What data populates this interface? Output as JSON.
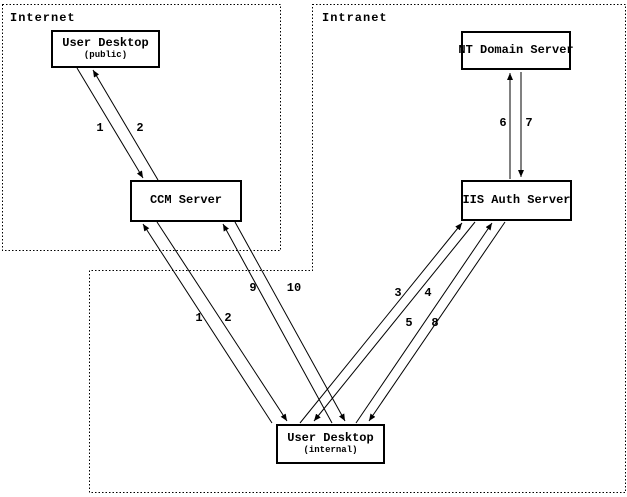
{
  "diagram": {
    "type": "network-flow-diagram",
    "regions": [
      {
        "id": "internet",
        "label": "Internet"
      },
      {
        "id": "intranet",
        "label": "Intranet"
      }
    ],
    "nodes": [
      {
        "id": "user-desktop-public",
        "title": "User Desktop",
        "subtitle": "(public)",
        "region": "internet"
      },
      {
        "id": "ccm-server",
        "title": "CCM Server",
        "region": "internet"
      },
      {
        "id": "nt-domain-server",
        "title": "NT Domain Server",
        "region": "intranet"
      },
      {
        "id": "iis-auth-server",
        "title": "IIS Auth Server",
        "region": "intranet"
      },
      {
        "id": "user-desktop-internal",
        "title": "User Desktop",
        "subtitle": "(internal)",
        "region": "intranet"
      }
    ],
    "edges": [
      {
        "label": "1",
        "from": "user-desktop-public",
        "to": "ccm-server"
      },
      {
        "label": "2",
        "from": "ccm-server",
        "to": "user-desktop-public"
      },
      {
        "label": "1",
        "from": "user-desktop-internal",
        "to": "ccm-server"
      },
      {
        "label": "2",
        "from": "ccm-server",
        "to": "user-desktop-internal"
      },
      {
        "label": "9",
        "from": "user-desktop-internal",
        "to": "ccm-server"
      },
      {
        "label": "10",
        "from": "ccm-server",
        "to": "user-desktop-internal"
      },
      {
        "label": "3",
        "from": "user-desktop-internal",
        "to": "iis-auth-server"
      },
      {
        "label": "4",
        "from": "iis-auth-server",
        "to": "user-desktop-internal"
      },
      {
        "label": "5",
        "from": "user-desktop-internal",
        "to": "iis-auth-server"
      },
      {
        "label": "8",
        "from": "iis-auth-server",
        "to": "user-desktop-internal"
      },
      {
        "label": "6",
        "from": "iis-auth-server",
        "to": "nt-domain-server"
      },
      {
        "label": "7",
        "from": "nt-domain-server",
        "to": "iis-auth-server"
      }
    ],
    "colors": {
      "line": "#000000",
      "background": "#ffffff"
    }
  }
}
